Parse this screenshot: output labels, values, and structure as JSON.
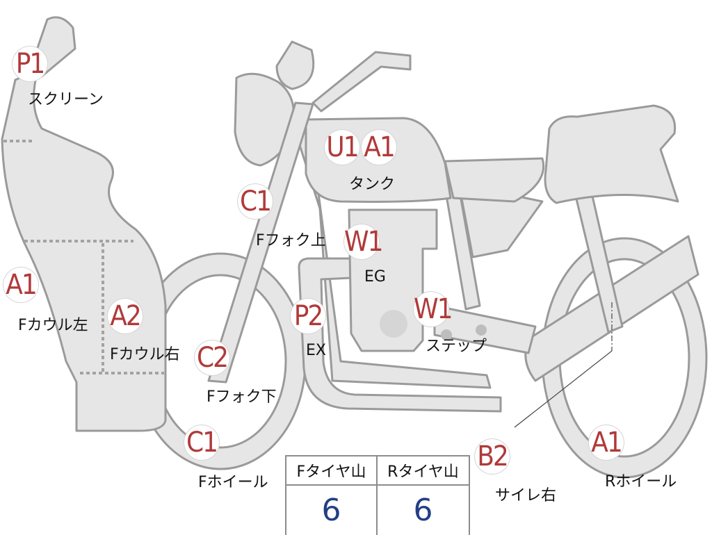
{
  "parts": {
    "screen": {
      "code": "P1",
      "label": "スクリーン"
    },
    "tank": {
      "codes": [
        "U1",
        "A1"
      ],
      "label": "タンク"
    },
    "fork_upper": {
      "code": "C1",
      "label": "Fフォク上"
    },
    "engine": {
      "code": "W1",
      "label": "EG"
    },
    "cowl_left": {
      "code": "A1",
      "label": "Fカウル左"
    },
    "cowl_right": {
      "code": "A2",
      "label": "Fカウル右"
    },
    "exhaust": {
      "code": "P2",
      "label": "EX"
    },
    "step": {
      "code": "W1",
      "label": "ステップ"
    },
    "fork_lower": {
      "code": "C2",
      "label": "Fフォク下"
    },
    "front_wheel": {
      "code": "C1",
      "label": "Fホイール"
    },
    "silencer_right": {
      "code": "B2",
      "label": "サイレ右"
    },
    "rear_wheel": {
      "code": "A1",
      "label": "Rホイール"
    }
  },
  "tire_table": {
    "front_header": "Fタイヤ山",
    "rear_header": "Rタイヤ山",
    "front_value": "6",
    "rear_value": "6"
  }
}
